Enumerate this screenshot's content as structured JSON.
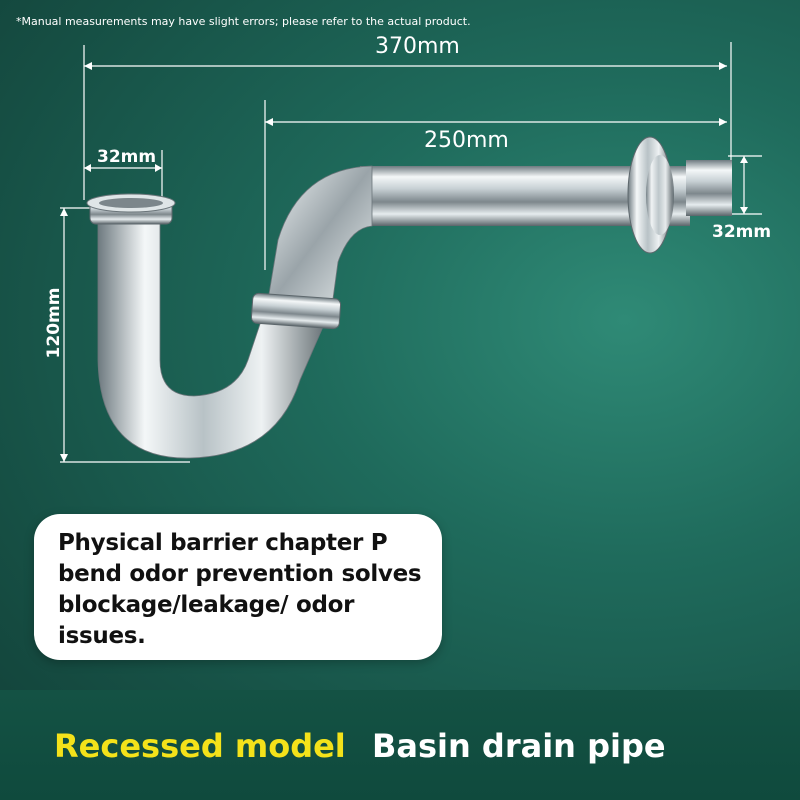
{
  "note": "*Manual measurements may have slight errors; please refer to the actual product.",
  "dimensions": {
    "overall_length": "370mm",
    "horizontal_length": "250mm",
    "inlet_diameter": "32mm",
    "outlet_diameter": "32mm",
    "height": "120mm"
  },
  "callout": "Physical barrier chapter P bend odor prevention solves blockage/leakage/ odor issues.",
  "footer": {
    "model": "Recessed model",
    "product": "Basin drain pipe"
  },
  "colors": {
    "background": "#1f6b5c",
    "model_text": "#f4e21a",
    "product_text": "#ffffff"
  }
}
